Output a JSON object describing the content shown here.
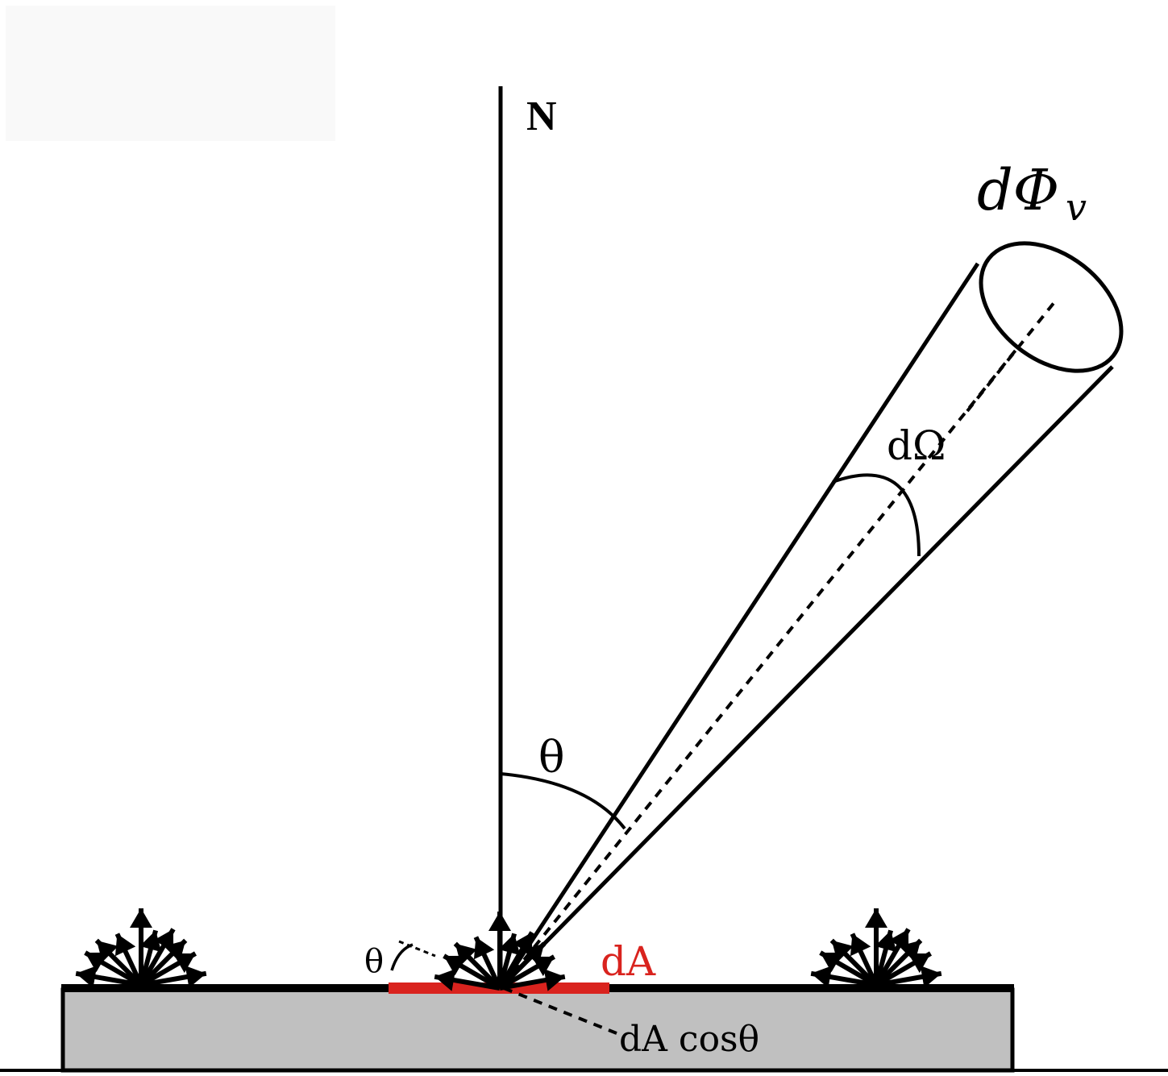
{
  "labels": {
    "normal": "N",
    "flux": "dΦ",
    "flux_subscript": "v",
    "solid_angle": "dΩ",
    "theta_main": "θ",
    "theta_small": "θ",
    "area": "dA",
    "projected_area": "dA cosθ"
  },
  "colors": {
    "area_highlight": "#d9231e",
    "surface_fill": "#c0c0c0",
    "line": "#000000",
    "placeholder_box": "#f9f9f9"
  },
  "icons": {
    "emitter_left": "radiating-arrows-icon",
    "emitter_center": "radiating-arrows-icon",
    "emitter_right": "radiating-arrows-icon"
  }
}
